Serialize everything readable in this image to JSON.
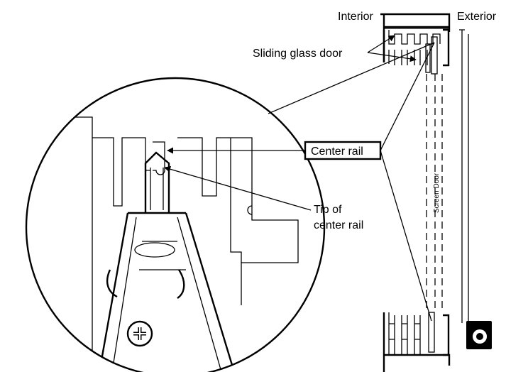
{
  "labels": {
    "interior": "Interior",
    "exterior": "Exterior",
    "sliding_glass_door": "Sliding glass door",
    "center_rail": "Center rail",
    "tip_line1": "Tip of",
    "tip_line2": "center rail",
    "screen_door": "Screen Door"
  },
  "icons": {
    "screwdriver_head": "phillips-cross",
    "tape_measure": "tape-measure"
  }
}
